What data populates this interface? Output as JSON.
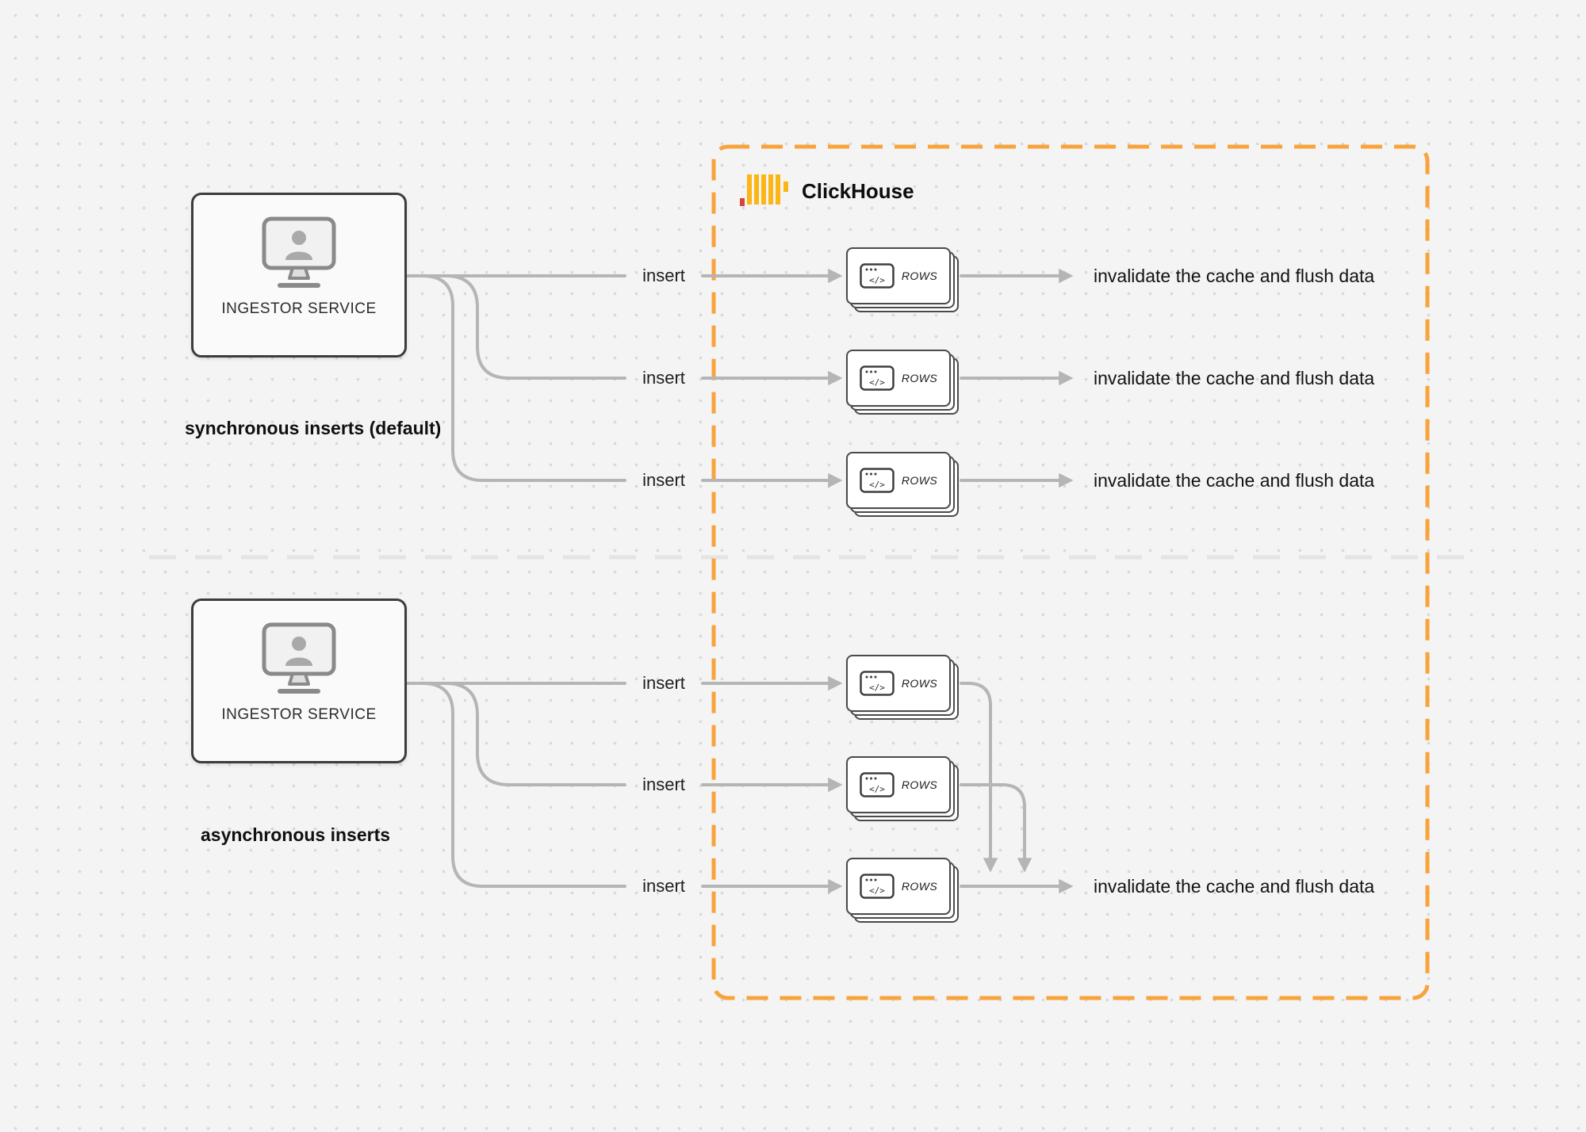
{
  "clickhouse": {
    "label": "ClickHouse"
  },
  "rows_card": {
    "label": "ROWS",
    "code_glyph": "</>"
  },
  "sync_section": {
    "caption": "synchronous inserts (default)",
    "service_label": "INGESTOR SERVICE",
    "rows": [
      {
        "insert_label": "insert",
        "result_label": "invalidate the cache and flush data"
      },
      {
        "insert_label": "insert",
        "result_label": "invalidate the cache and flush data"
      },
      {
        "insert_label": "insert",
        "result_label": "invalidate the cache and flush data"
      }
    ]
  },
  "async_section": {
    "caption": "asynchronous inserts",
    "service_label": "INGESTOR SERVICE",
    "rows": [
      {
        "insert_label": "insert"
      },
      {
        "insert_label": "insert"
      },
      {
        "insert_label": "insert"
      }
    ],
    "result_label": "invalidate the cache and flush data"
  },
  "colors": {
    "accent_orange": "#F8A33C",
    "logo_yellow": "#FBB514",
    "logo_red": "#D6453B",
    "wire_gray": "#B5B5B5"
  }
}
